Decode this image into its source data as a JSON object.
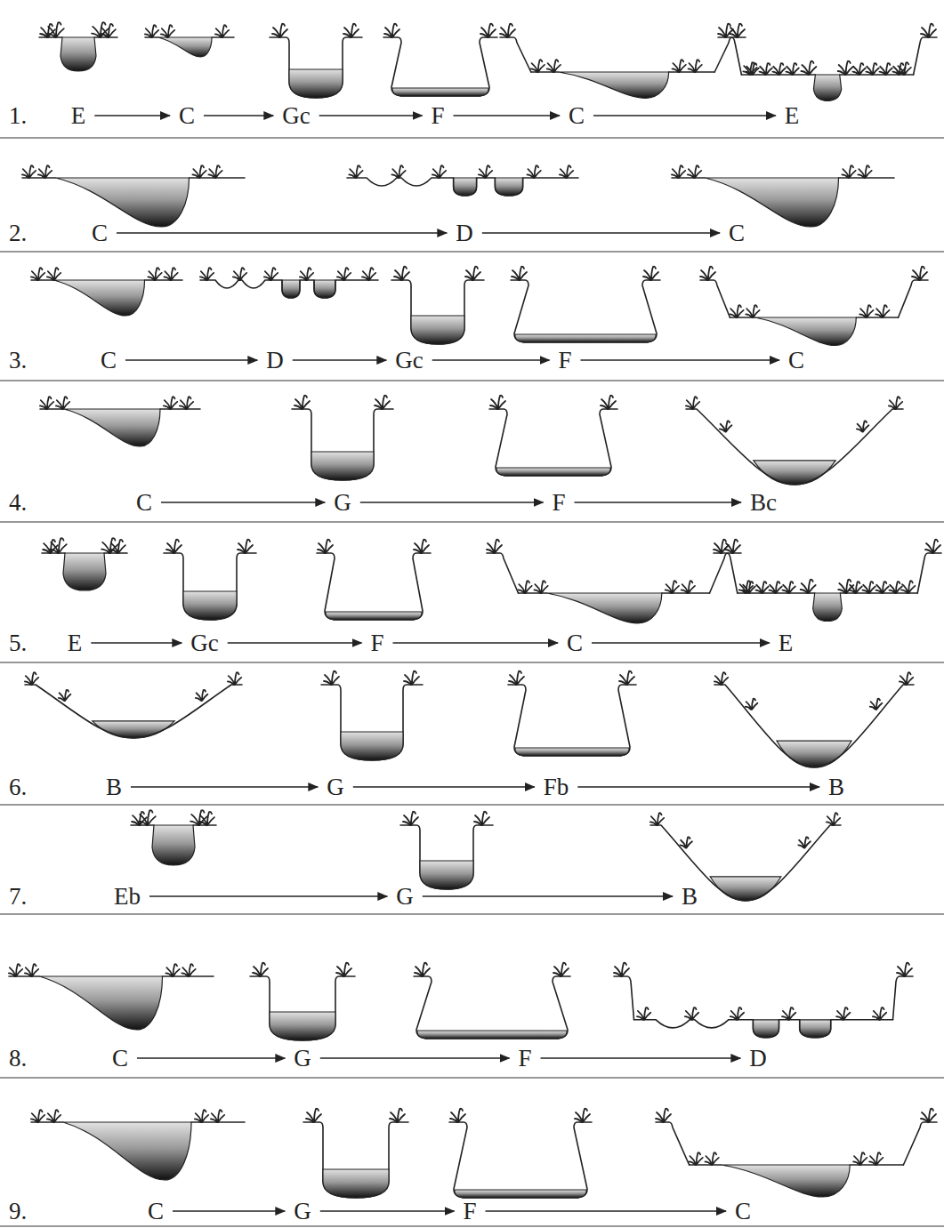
{
  "diagram": {
    "nodes": [
      {
        "text": [
          "E"
        ]
      },
      {
        "text": [
          "C"
        ]
      },
      {
        "text": [
          "Gc"
        ]
      },
      {
        "text": [
          "F"
        ]
      },
      {
        "text": [
          "C"
        ]
      },
      {
        "text": [
          "E"
        ]
      },
      {
        "text": [
          "C"
        ]
      },
      {
        "text": [
          "D"
        ]
      },
      {
        "text": [
          "C"
        ]
      },
      {
        "text": [
          "C"
        ]
      },
      {
        "text": [
          "D"
        ]
      },
      {
        "text": [
          "Gc"
        ]
      },
      {
        "text": [
          "F"
        ]
      },
      {
        "text": [
          "C"
        ]
      },
      {
        "text": [
          "C"
        ]
      },
      {
        "text": [
          "G"
        ]
      },
      {
        "text": [
          "F"
        ]
      },
      {
        "text": [
          "Bc"
        ]
      },
      {
        "text": [
          "E"
        ]
      },
      {
        "text": [
          "Gc"
        ]
      },
      {
        "text": [
          "F"
        ]
      },
      {
        "text": [
          "C"
        ]
      },
      {
        "text": [
          "E"
        ]
      },
      {
        "text": [
          "B"
        ]
      },
      {
        "text": [
          "G"
        ]
      },
      {
        "text": [
          "Fb"
        ]
      },
      {
        "text": [
          "B"
        ]
      },
      {
        "text": [
          "Eb"
        ]
      },
      {
        "text": [
          "G"
        ]
      },
      {
        "text": [
          "B"
        ]
      },
      {
        "text": [
          "C"
        ]
      },
      {
        "text": [
          "G"
        ]
      },
      {
        "text": [
          "F"
        ]
      },
      {
        "text": [
          "D"
        ]
      },
      {
        "text": [
          "C"
        ]
      },
      {
        "text": [
          "G"
        ]
      },
      {
        "text": [
          "F"
        ]
      },
      {
        "text": [
          "C"
        ]
      }
    ],
    "edges": [
      {
        "from": 0,
        "to": 1,
        "arrow": "to"
      },
      {
        "from": 1,
        "to": 2,
        "arrow": "to"
      },
      {
        "from": 2,
        "to": 3,
        "arrow": "to"
      },
      {
        "from": 3,
        "to": 4,
        "arrow": "to"
      },
      {
        "from": 4,
        "to": 5,
        "arrow": "to"
      },
      {
        "from": 6,
        "to": 7,
        "arrow": "to"
      },
      {
        "from": 7,
        "to": 8,
        "arrow": "to"
      },
      {
        "from": 9,
        "to": 10,
        "arrow": "to"
      },
      {
        "from": 10,
        "to": 11,
        "arrow": "to"
      },
      {
        "from": 11,
        "to": 12,
        "arrow": "to"
      },
      {
        "from": 12,
        "to": 13,
        "arrow": "to"
      },
      {
        "from": 14,
        "to": 15,
        "arrow": "to"
      },
      {
        "from": 15,
        "to": 16,
        "arrow": "to"
      },
      {
        "from": 16,
        "to": 17,
        "arrow": "to"
      },
      {
        "from": 18,
        "to": 19,
        "arrow": "to"
      },
      {
        "from": 19,
        "to": 20,
        "arrow": "to"
      },
      {
        "from": 20,
        "to": 21,
        "arrow": "to"
      },
      {
        "from": 21,
        "to": 22,
        "arrow": "to"
      },
      {
        "from": 23,
        "to": 24,
        "arrow": "to"
      },
      {
        "from": 24,
        "to": 25,
        "arrow": "to"
      },
      {
        "from": 25,
        "to": 26,
        "arrow": "to"
      },
      {
        "from": 27,
        "to": 28,
        "arrow": "to"
      },
      {
        "from": 28,
        "to": 29,
        "arrow": "to"
      },
      {
        "from": 30,
        "to": 31,
        "arrow": "to"
      },
      {
        "from": 31,
        "to": 32,
        "arrow": "to"
      },
      {
        "from": 32,
        "to": 33,
        "arrow": "to"
      },
      {
        "from": 34,
        "to": 35,
        "arrow": "to"
      },
      {
        "from": 35,
        "to": 36,
        "arrow": "to"
      },
      {
        "from": 36,
        "to": 37,
        "arrow": "to"
      }
    ],
    "labels": [
      "1.",
      "2.",
      "3.",
      "4.",
      "5.",
      "6.",
      "7.",
      "8.",
      "9."
    ]
  }
}
